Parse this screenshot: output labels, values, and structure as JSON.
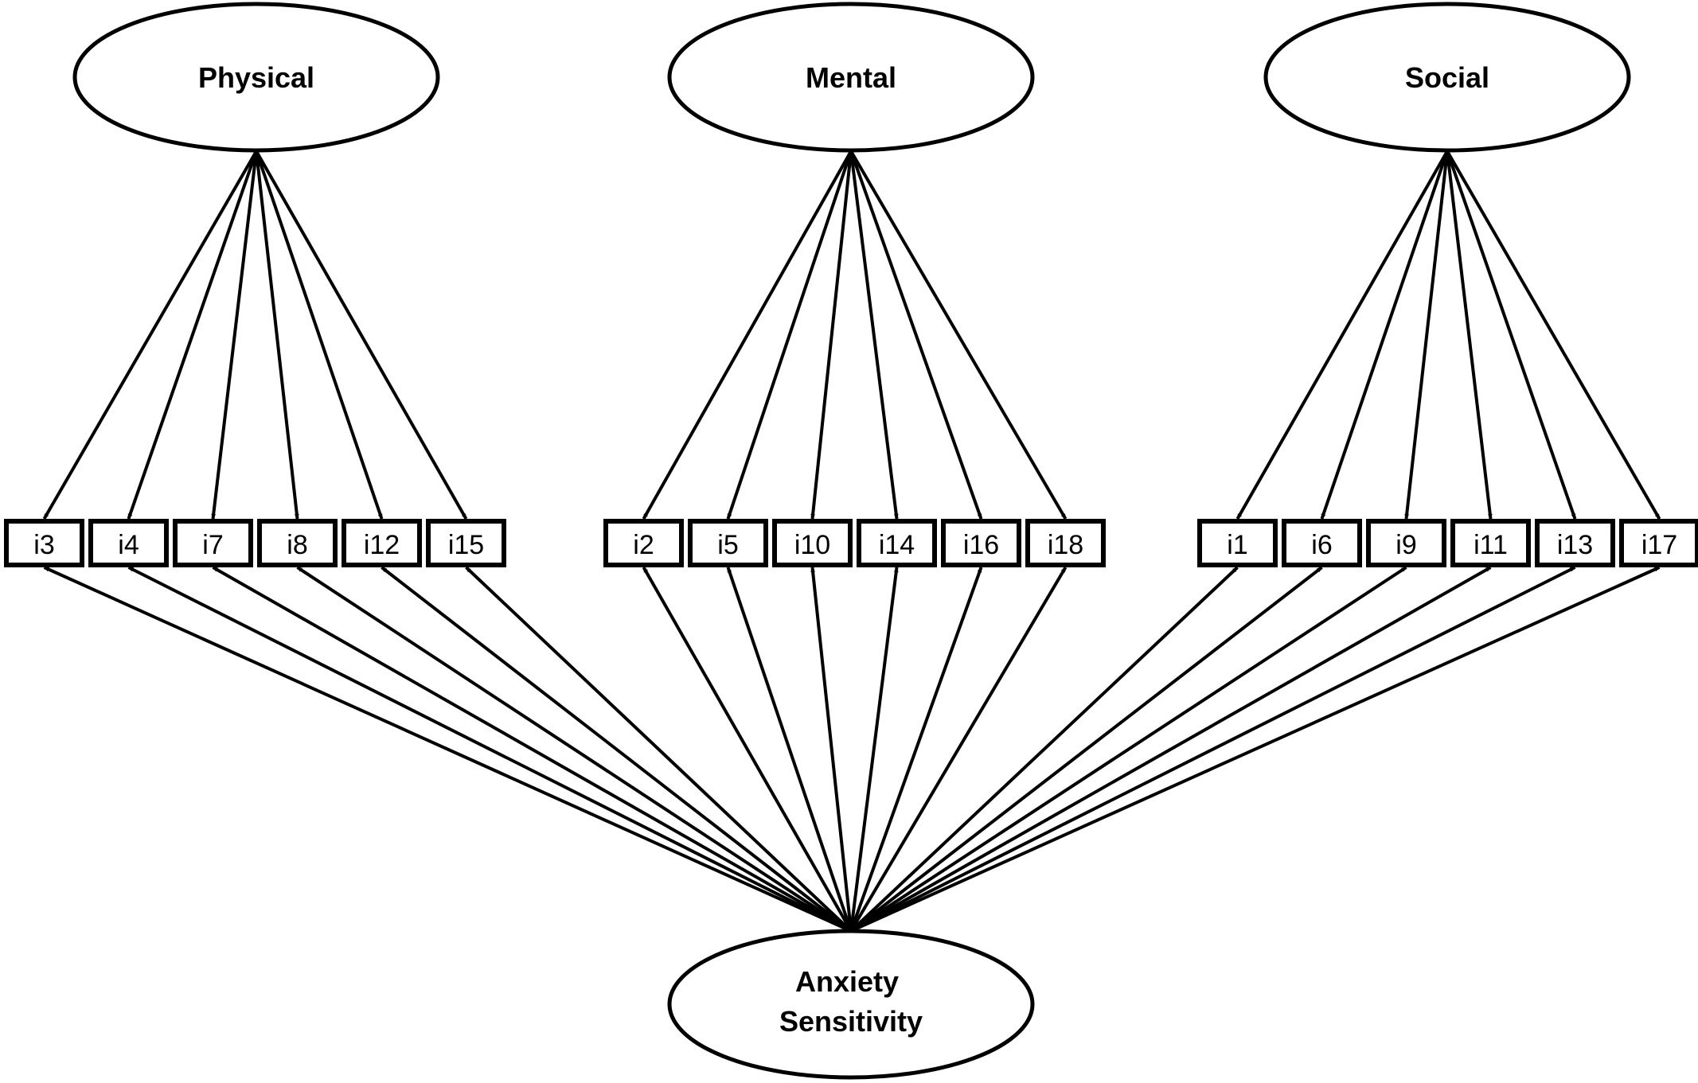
{
  "factors": [
    {
      "id": "physical",
      "label": "Physical"
    },
    {
      "id": "mental",
      "label": "Mental"
    },
    {
      "id": "social",
      "label": "Social"
    }
  ],
  "general_factor": {
    "id": "anxiety-sensitivity",
    "label_lines": [
      "Anxiety",
      "Sensitivity"
    ]
  },
  "item_groups": [
    {
      "factor": "physical",
      "items": [
        "i3",
        "i4",
        "i7",
        "i8",
        "i12",
        "i15"
      ]
    },
    {
      "factor": "mental",
      "items": [
        "i2",
        "i5",
        "i10",
        "i14",
        "i16",
        "i18"
      ]
    },
    {
      "factor": "social",
      "items": [
        "i1",
        "i6",
        "i9",
        "i11",
        "i13",
        "i17"
      ]
    }
  ],
  "colors": {
    "stroke": "#000000",
    "background": "#ffffff"
  }
}
